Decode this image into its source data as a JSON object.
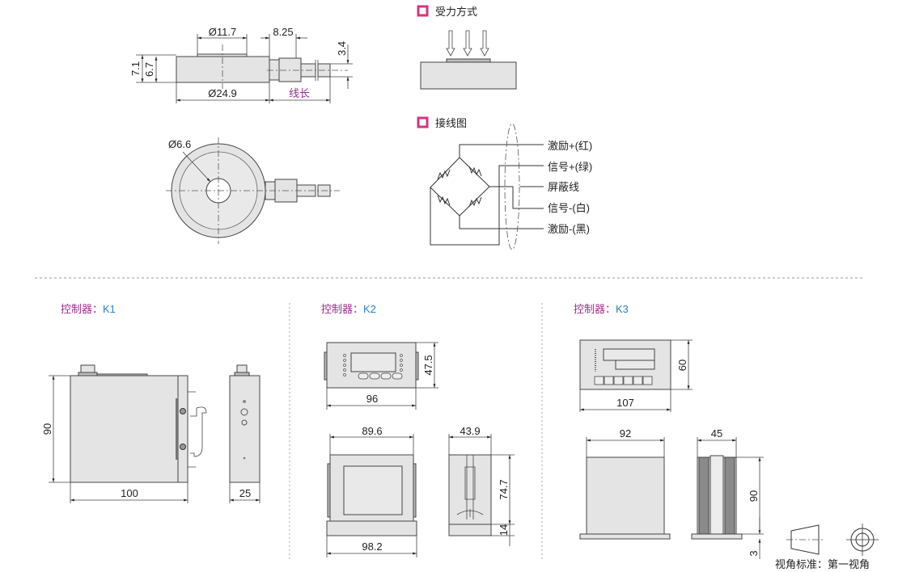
{
  "sensor": {
    "dims": {
      "d_top": "Ø11.7",
      "connector": "8.25",
      "d_body": "Ø24.9",
      "cable_length": "线长",
      "h_total": "7.1",
      "h_body": "6.7",
      "cable_dia": "3.4",
      "d_hole": "Ø6.6"
    }
  },
  "force": {
    "title": "受力方式"
  },
  "wiring": {
    "title": "接线图",
    "labels": [
      "激励+(红)",
      "信号+(绿)",
      "屏蔽线",
      "信号-(白)",
      "激励-(黑)"
    ]
  },
  "controllers": [
    {
      "prefix": "控制器：",
      "model": "K1",
      "dims": {
        "height": "90",
        "width": "100",
        "depth": "25"
      }
    },
    {
      "prefix": "控制器：",
      "model": "K2",
      "dims": {
        "panel_h": "47.5",
        "panel_w": "96",
        "body_w": "89.6",
        "plate_w": "98.2",
        "depth": "43.9",
        "body_h": "74.7",
        "plate_h": "14"
      }
    },
    {
      "prefix": "控制器：",
      "model": "K3",
      "dims": {
        "panel_h": "60",
        "panel_w": "107",
        "body_w": "92",
        "depth": "45",
        "body_h": "90",
        "plate_h": "3"
      }
    }
  ],
  "projection": {
    "label": "视角标准：第一视角"
  },
  "colors": {
    "accent_icon": "#d6337f",
    "title": "#9a2f8c",
    "model": "#2585c5"
  }
}
